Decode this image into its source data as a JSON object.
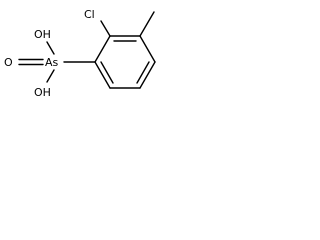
{
  "molecule": {
    "atoms": {
      "chlorine": "Cl",
      "hydroxyl_top": "OH",
      "oxo": "O",
      "arsenic": "As",
      "hydroxyl_bottom": "OH"
    },
    "line_color": "#000000"
  }
}
